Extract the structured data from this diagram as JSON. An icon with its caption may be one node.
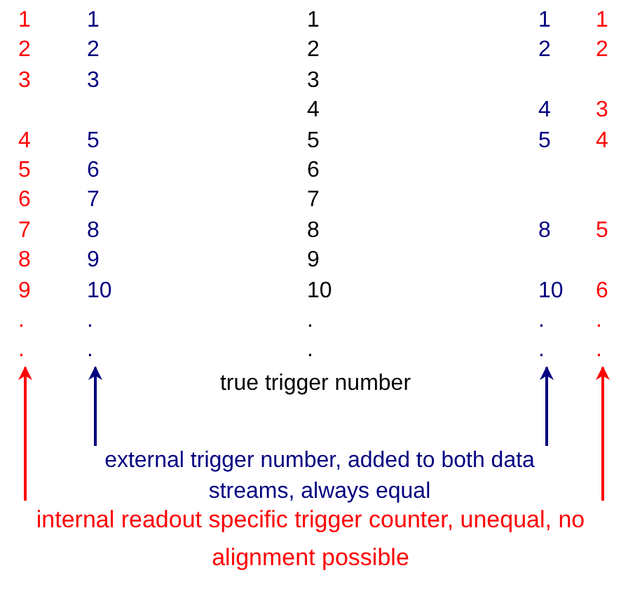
{
  "diagram": {
    "nodes": [
      {
        "text": [
          "1",
          "2",
          "3",
          "4",
          "5",
          "6",
          "7",
          "8",
          "9",
          ".",
          "."
        ]
      },
      {
        "text": [
          "1",
          "2",
          "3",
          "5",
          "6",
          "7",
          "8",
          "9",
          "10",
          ".",
          "."
        ]
      },
      {
        "text": [
          "1",
          "2",
          "3",
          "4",
          "5",
          "6",
          "7",
          "8",
          "9",
          "10",
          ".",
          "."
        ]
      },
      {
        "text": [
          "1",
          "2",
          "4",
          "5",
          "8",
          "10",
          ".",
          "."
        ]
      },
      {
        "text": [
          "1",
          "2",
          "3",
          "4",
          "5",
          "6",
          ".",
          "."
        ]
      },
      {
        "text": [
          "true trigger number"
        ]
      },
      {
        "text": [
          "external trigger number, added to both data streams, always equal"
        ]
      },
      {
        "text": [
          "internal readout specific trigger counter, unequal, no alignment possible"
        ]
      }
    ],
    "edges": [
      {
        "from": 7,
        "to": 0,
        "arrow": "to",
        "color": "#ff0000"
      },
      {
        "from": 6,
        "to": 1,
        "arrow": "to",
        "color": "#000080"
      },
      {
        "from": 6,
        "to": 3,
        "arrow": "to",
        "color": "#000080"
      },
      {
        "from": 7,
        "to": 4,
        "arrow": "to",
        "color": "#ff0000"
      }
    ]
  }
}
